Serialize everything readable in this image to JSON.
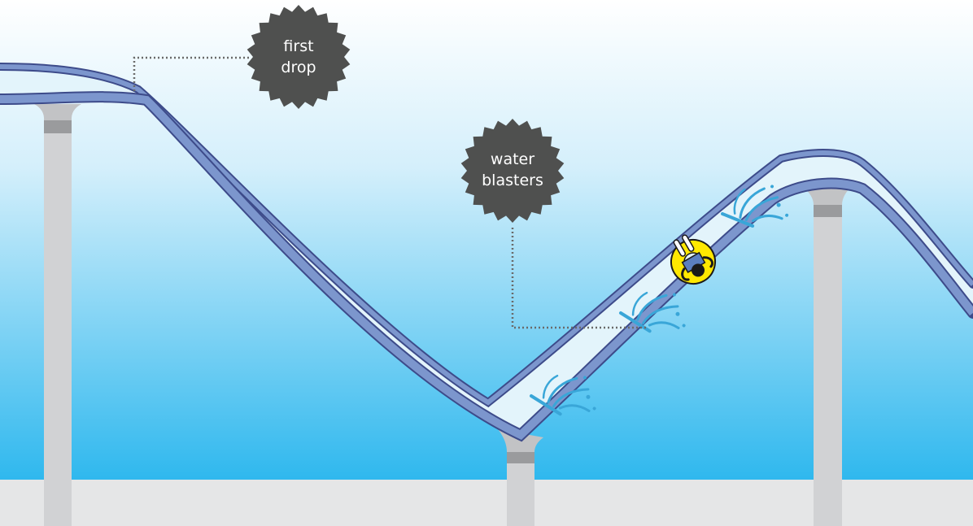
{
  "callouts": {
    "first_drop": {
      "line1": "first",
      "line2": "drop"
    },
    "water_blasters": {
      "line1": "water",
      "line2": "blasters"
    }
  },
  "colors": {
    "sky_top": "#ffffff",
    "sky_bottom": "#2fb8ee",
    "ground": "#e5e6e7",
    "slide_rim": "#7c96cd",
    "slide_rim_outline": "#3d4b8a",
    "slide_surface": "#e3f4fb",
    "pillar": "#d1d2d4",
    "pillar_cap": "#9a9b9d",
    "badge": "#4f504f",
    "blaster": "#39a6d8",
    "tube": "#ffe800"
  }
}
